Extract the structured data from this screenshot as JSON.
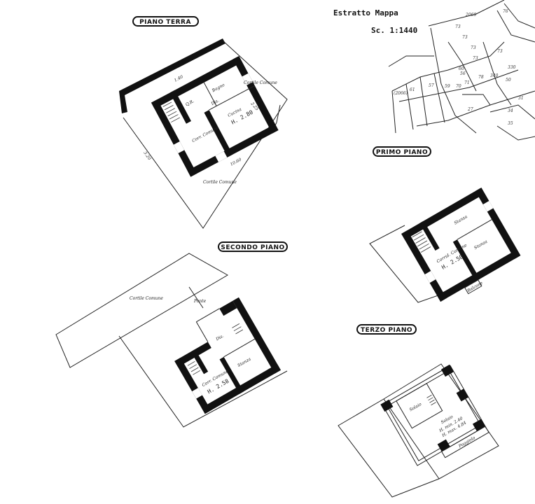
{
  "titles": {
    "piano_terra": "PIANO TERRA",
    "primo_piano": "PRIMO PIANO",
    "secondo_piano": "SECONDO PIANO",
    "terzo_piano": "TERZO PIANO"
  },
  "map": {
    "title": "Estratto Mappa",
    "scale": "Sc. 1:1440",
    "parcels": [
      "2069",
      "73",
      "73",
      "73",
      "73",
      "73",
      "56",
      "60",
      "57",
      "59",
      "70",
      "71",
      "78",
      "340",
      "330",
      "50",
      "(2066)",
      "61",
      "27",
      "34",
      "35",
      "76",
      "31"
    ]
  },
  "piano_terra": {
    "labels": [
      "1.40",
      "Q.R.",
      "Bagno",
      "Cortile Comune",
      "2.25",
      "Dis.",
      "Cucina",
      "H. 2.80",
      "Corr. Comune",
      "10.60",
      "3.20",
      "Cortile Comune"
    ]
  },
  "primo_piano": {
    "labels": [
      "Stanza",
      "Stanza",
      "Corrid. Comune",
      "H. 2.50",
      "Balcone"
    ]
  },
  "secondo_piano": {
    "labels": [
      "Cortile Comune",
      "Ponte",
      "Dis.",
      "Stanza",
      "Corr. Comune",
      "H. 2.58"
    ]
  },
  "terzo_piano": {
    "labels": [
      "Solaio",
      "Solaio",
      "H. min. 2.40",
      "H. max. 4.84",
      "Poggiolo"
    ]
  }
}
